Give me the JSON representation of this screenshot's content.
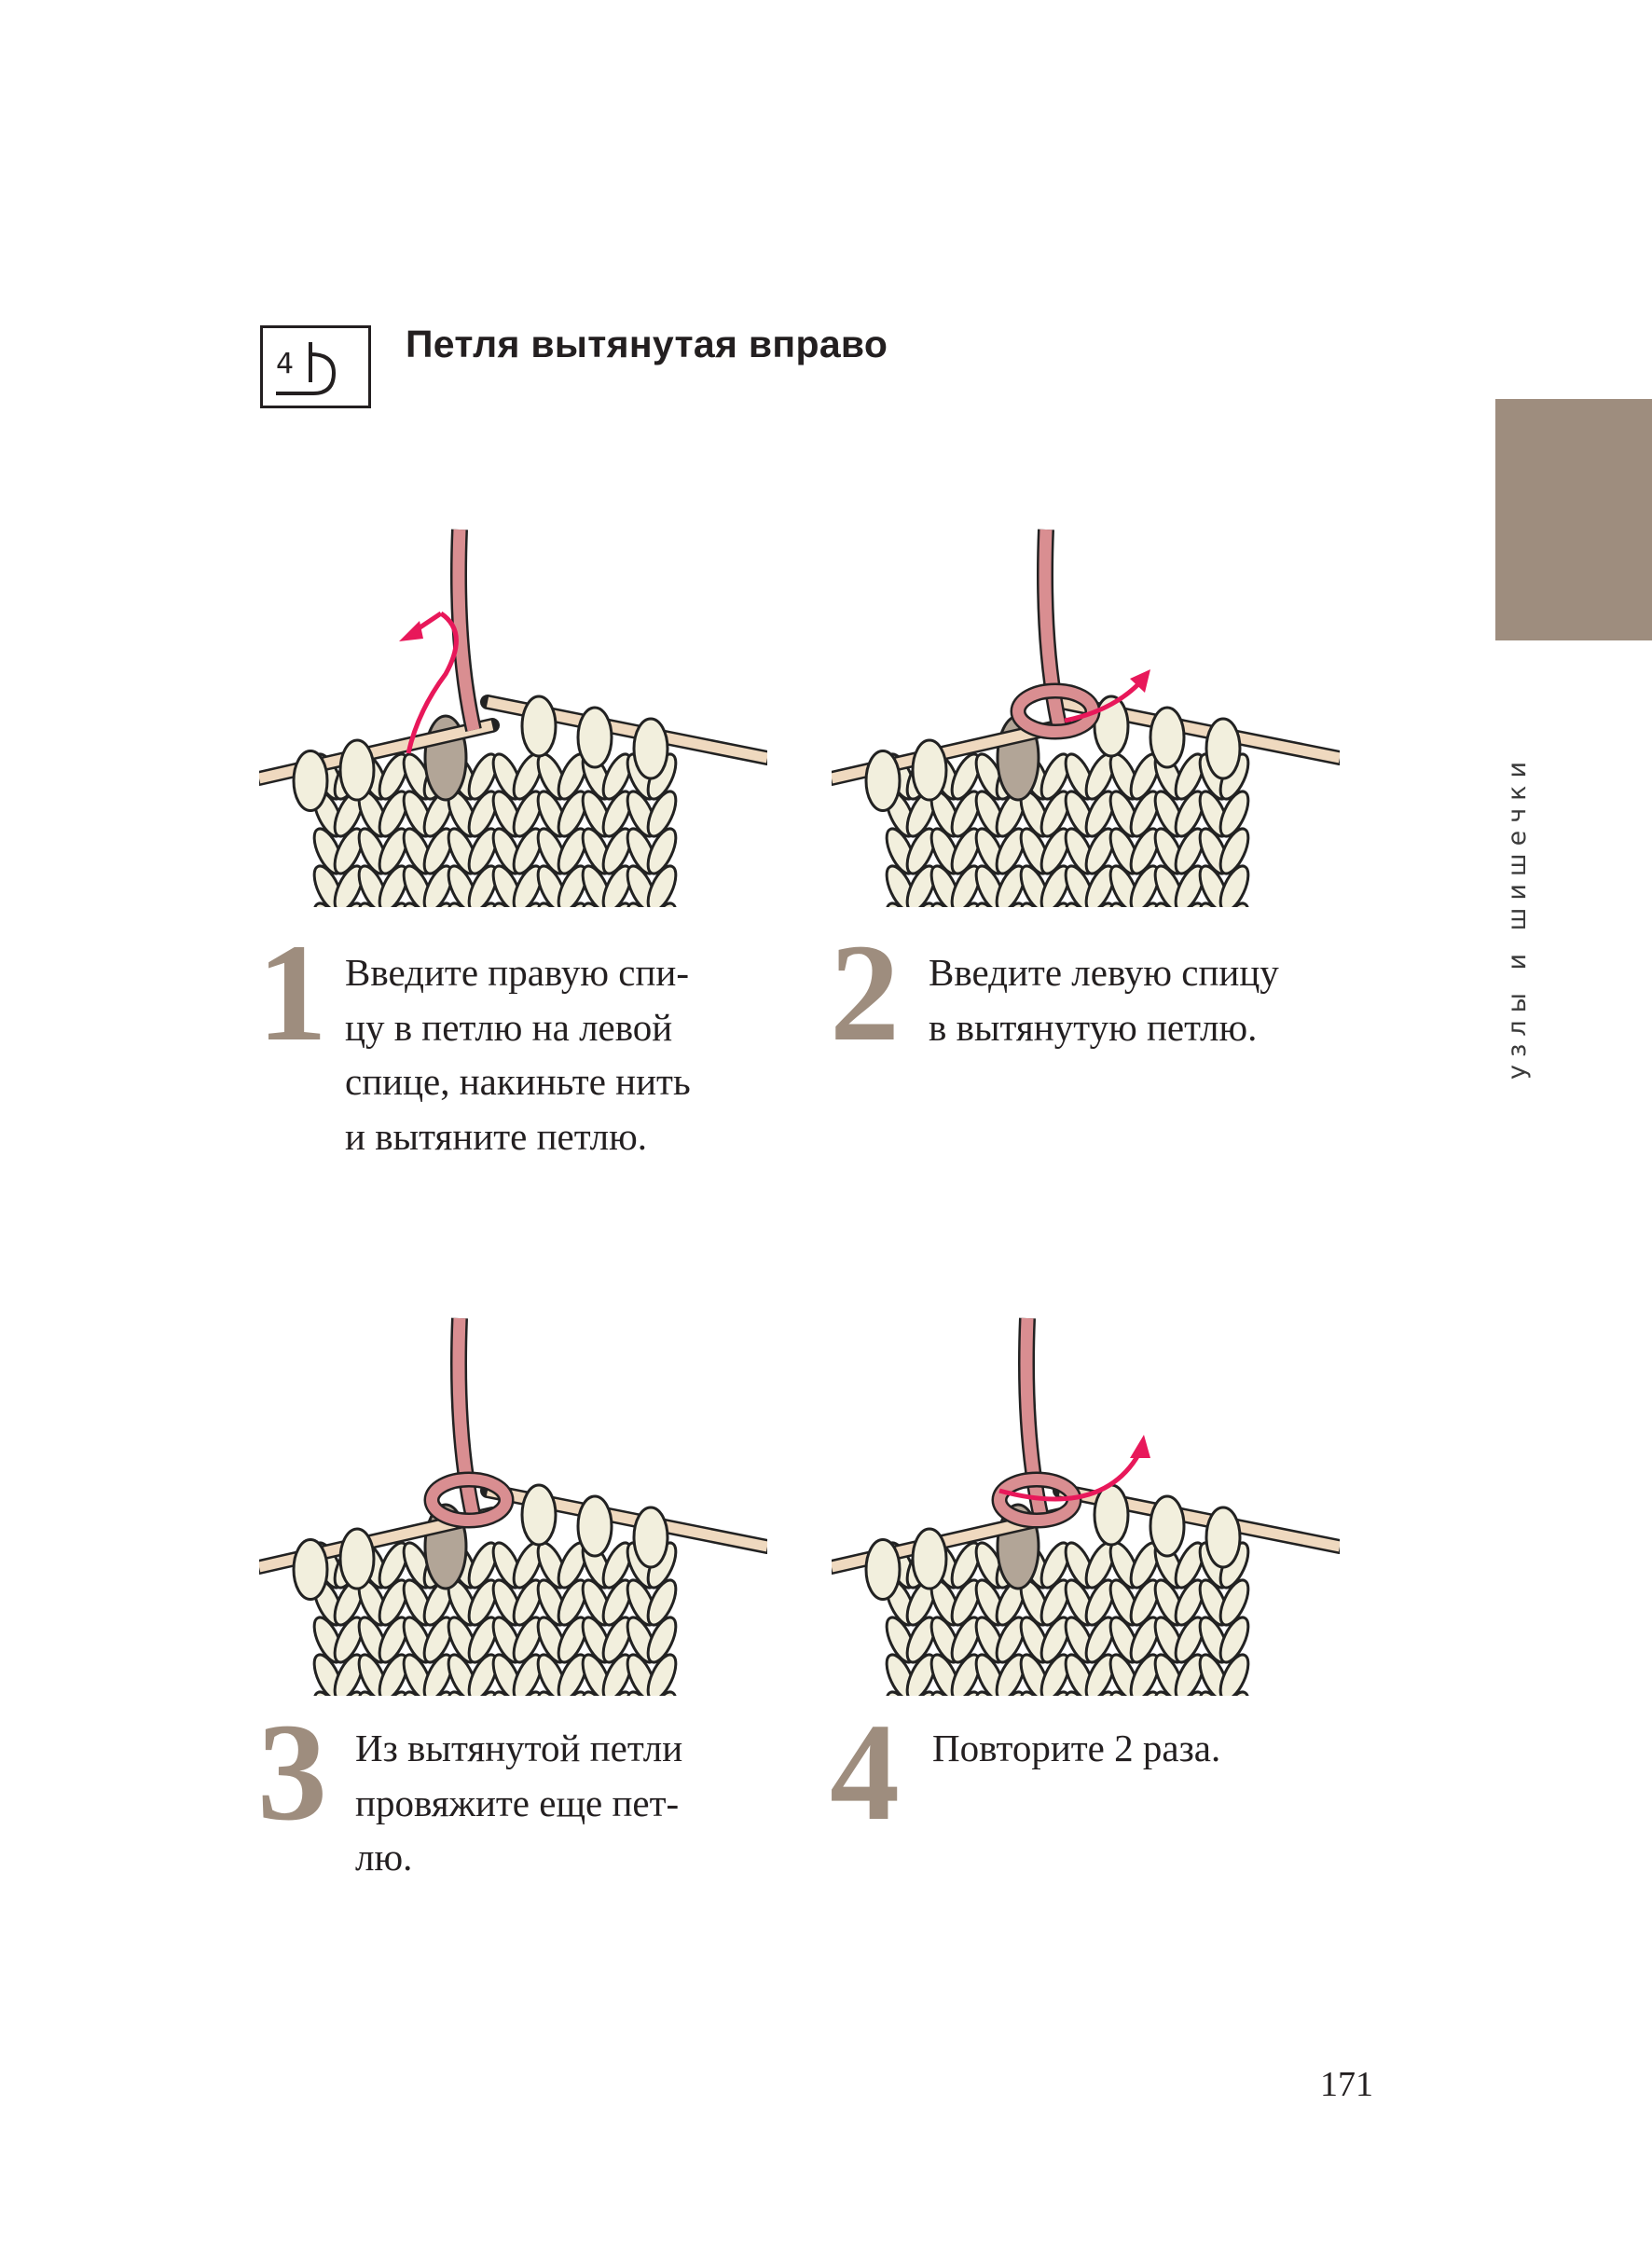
{
  "header": {
    "symbol": {
      "digit": "4"
    },
    "title": "Петля вытянутая вправо"
  },
  "side_tab": {
    "label": "узлы и шишечки",
    "color": "#9e8d7e"
  },
  "steps": [
    {
      "number": "1",
      "text": [
        "Введите правую спи-",
        "цу в петлю на левой",
        "спице, накиньте нить",
        "и вытяните петлю."
      ]
    },
    {
      "number": "2",
      "text": [
        "Введите левую спицу",
        "в вытянутую петлю."
      ]
    },
    {
      "number": "3",
      "text": [
        "Из вытянутой петли",
        "провяжите еще пет-",
        "лю."
      ]
    },
    {
      "number": "4",
      "text": [
        "Повторите 2 раза."
      ]
    }
  ],
  "page_number": "171",
  "colors": {
    "accent": "#9e8d7e",
    "yarn": "#d98e91",
    "arrow": "#e8185a",
    "stitch": "#f2efdd",
    "needle": "#efd9bf",
    "worked_stitch": "#b2a597"
  }
}
